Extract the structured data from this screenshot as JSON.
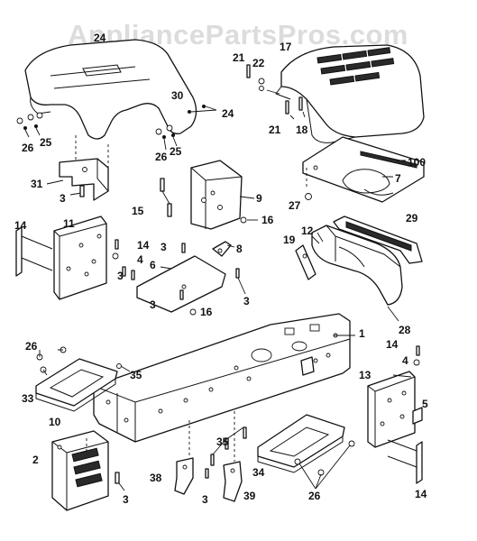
{
  "watermark": "AppliancePartsPros.com",
  "callouts": [
    {
      "id": "c1",
      "text": "1"
    },
    {
      "id": "c2",
      "text": "2"
    },
    {
      "id": "c3a",
      "text": "3"
    },
    {
      "id": "c3b",
      "text": "3"
    },
    {
      "id": "c3c",
      "text": "3"
    },
    {
      "id": "c3d",
      "text": "3"
    },
    {
      "id": "c3e",
      "text": "3"
    },
    {
      "id": "c3f",
      "text": "3"
    },
    {
      "id": "c3g",
      "text": "3"
    },
    {
      "id": "c4a",
      "text": "4"
    },
    {
      "id": "c4b",
      "text": "4"
    },
    {
      "id": "c5",
      "text": "5"
    },
    {
      "id": "c6",
      "text": "6"
    },
    {
      "id": "c7",
      "text": "7"
    },
    {
      "id": "c8",
      "text": "8"
    },
    {
      "id": "c9",
      "text": "9"
    },
    {
      "id": "c10",
      "text": "10"
    },
    {
      "id": "c11",
      "text": "11"
    },
    {
      "id": "c12",
      "text": "12"
    },
    {
      "id": "c13",
      "text": "13"
    },
    {
      "id": "c14a",
      "text": "14"
    },
    {
      "id": "c14b",
      "text": "14"
    },
    {
      "id": "c14c",
      "text": "14"
    },
    {
      "id": "c14d",
      "text": "14"
    },
    {
      "id": "c15",
      "text": "15"
    },
    {
      "id": "c16a",
      "text": "16"
    },
    {
      "id": "c16b",
      "text": "16"
    },
    {
      "id": "c17",
      "text": "17"
    },
    {
      "id": "c18",
      "text": "18"
    },
    {
      "id": "c19",
      "text": "19"
    },
    {
      "id": "c21a",
      "text": "21"
    },
    {
      "id": "c21b",
      "text": "21"
    },
    {
      "id": "c22",
      "text": "22"
    },
    {
      "id": "c24a",
      "text": "24"
    },
    {
      "id": "c24b",
      "text": "24"
    },
    {
      "id": "c25a",
      "text": "25"
    },
    {
      "id": "c25b",
      "text": "25"
    },
    {
      "id": "c26a",
      "text": "26"
    },
    {
      "id": "c26b",
      "text": "26"
    },
    {
      "id": "c26c",
      "text": "26"
    },
    {
      "id": "c26d",
      "text": "26"
    },
    {
      "id": "c27",
      "text": "27"
    },
    {
      "id": "c28",
      "text": "28"
    },
    {
      "id": "c29",
      "text": "29"
    },
    {
      "id": "c30",
      "text": "30"
    },
    {
      "id": "c31",
      "text": "31"
    },
    {
      "id": "c33",
      "text": "33"
    },
    {
      "id": "c34",
      "text": "34"
    },
    {
      "id": "c35a",
      "text": "35"
    },
    {
      "id": "c35b",
      "text": "35"
    },
    {
      "id": "c38",
      "text": "38"
    },
    {
      "id": "c39",
      "text": "39"
    },
    {
      "id": "c100",
      "text": "100"
    }
  ]
}
